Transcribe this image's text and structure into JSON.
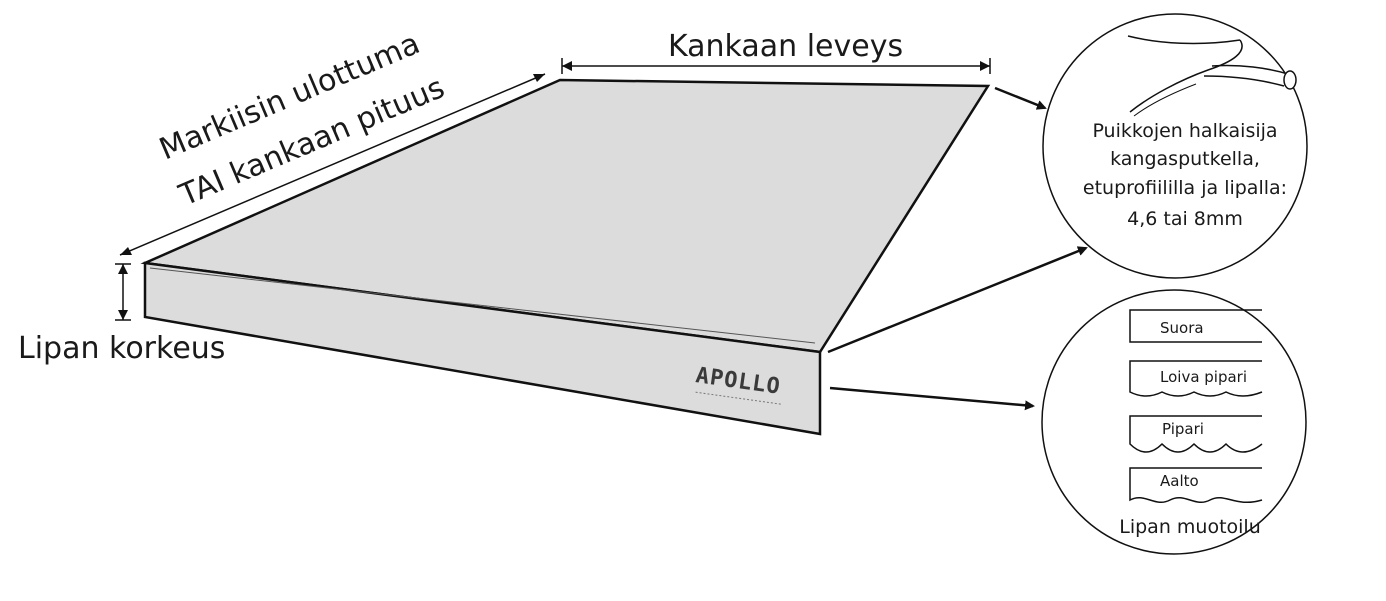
{
  "labels": {
    "width": "Kankaan leveys",
    "length_line1": "Markiisin ulottuma",
    "length_line2": "TAI kankaan pituus",
    "valance_height": "Lipan korkeus"
  },
  "logo": {
    "text": "APOLLO"
  },
  "detail_circle": {
    "lines": [
      "Puikkojen halkaisija",
      "kangasputkella,",
      "etuprofiililla ja lipalla:",
      "4,6 tai 8mm"
    ]
  },
  "shapes_circle": {
    "title": "Lipan muotoilu",
    "options": [
      {
        "label": "Suora",
        "shape": "straight"
      },
      {
        "label": "Loiva pipari",
        "shape": "gentle-scallop"
      },
      {
        "label": "Pipari",
        "shape": "scallop"
      },
      {
        "label": "Aalto",
        "shape": "wave"
      }
    ]
  },
  "colors": {
    "fabric": "#dcdcdc",
    "outline": "#111111"
  }
}
